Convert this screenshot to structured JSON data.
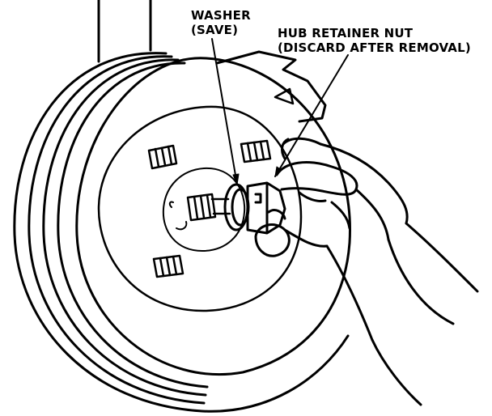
{
  "labels": {
    "washer": {
      "line1": "WASHER",
      "line2": "(SAVE)"
    },
    "hub_retainer_nut": {
      "line1": "HUB RETAINER NUT",
      "line2": "(DISCARD AFTER REMOVAL)"
    }
  },
  "colors": {
    "ink": "#000000",
    "paper": "#ffffff"
  }
}
